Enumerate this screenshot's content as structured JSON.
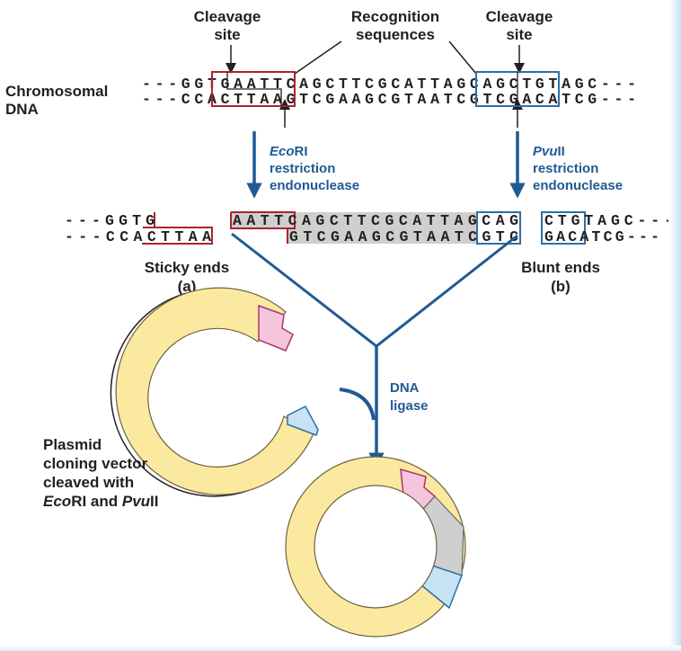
{
  "labels": {
    "cleavage_left": [
      "Cleavage",
      "site"
    ],
    "recognition": [
      "Recognition",
      "sequences"
    ],
    "cleavage_right": [
      "Cleavage",
      "site"
    ],
    "chromosomal": [
      "Chromosomal",
      "DNA"
    ],
    "sticky_ends": "Sticky ends",
    "sticky_tag": "(a)",
    "blunt_ends": "Blunt ends",
    "blunt_tag": "(b)",
    "ligase": [
      "DNA",
      "ligase"
    ]
  },
  "enzymes": {
    "ecori": {
      "italic": "Eco",
      "roman": "RI",
      "line2": "restriction",
      "line3": "endonuclease"
    },
    "pvuii": {
      "italic": "Pvu",
      "roman": "II",
      "line2": "restriction",
      "line3": "endonuclease"
    }
  },
  "plasmid": {
    "lines": [
      "Plasmid",
      "cloning vector",
      "cleaved with"
    ],
    "last_line": {
      "a_it": "Eco",
      "a_rm": "RI and ",
      "b_it": "Pvu",
      "b_rm": "II"
    }
  },
  "sequences": {
    "top_strand": "---GGTGAATTCAGCTTCGCATTAGCAGCTGTAGC---",
    "bottom_strand": "---CCACTTAAGTCGAAGCGTAATCGTCGACATCG---",
    "frag_left_top": "---GGTG",
    "frag_left_bottom": "---CCACTTAA",
    "frag_mid_top": "AATTCAGCTTCGCATTAGCAG",
    "frag_mid_bottom": "GTCGAAGCGTAATCGTC",
    "frag_right_top": "CTGTAGC---",
    "frag_right_bottom": "GACATCG---"
  },
  "colors": {
    "ink": "#231f20",
    "arrow_blue": "#1f5a93",
    "ecori_box": "#a8242f",
    "pvuii_box": "#2f6fa3",
    "plasmid_yellow": "#fce9a0",
    "sticky_pink": "#f3c6dc",
    "blunt_blue": "#c6e2f4",
    "insert_gray": "#cfcfcf"
  }
}
